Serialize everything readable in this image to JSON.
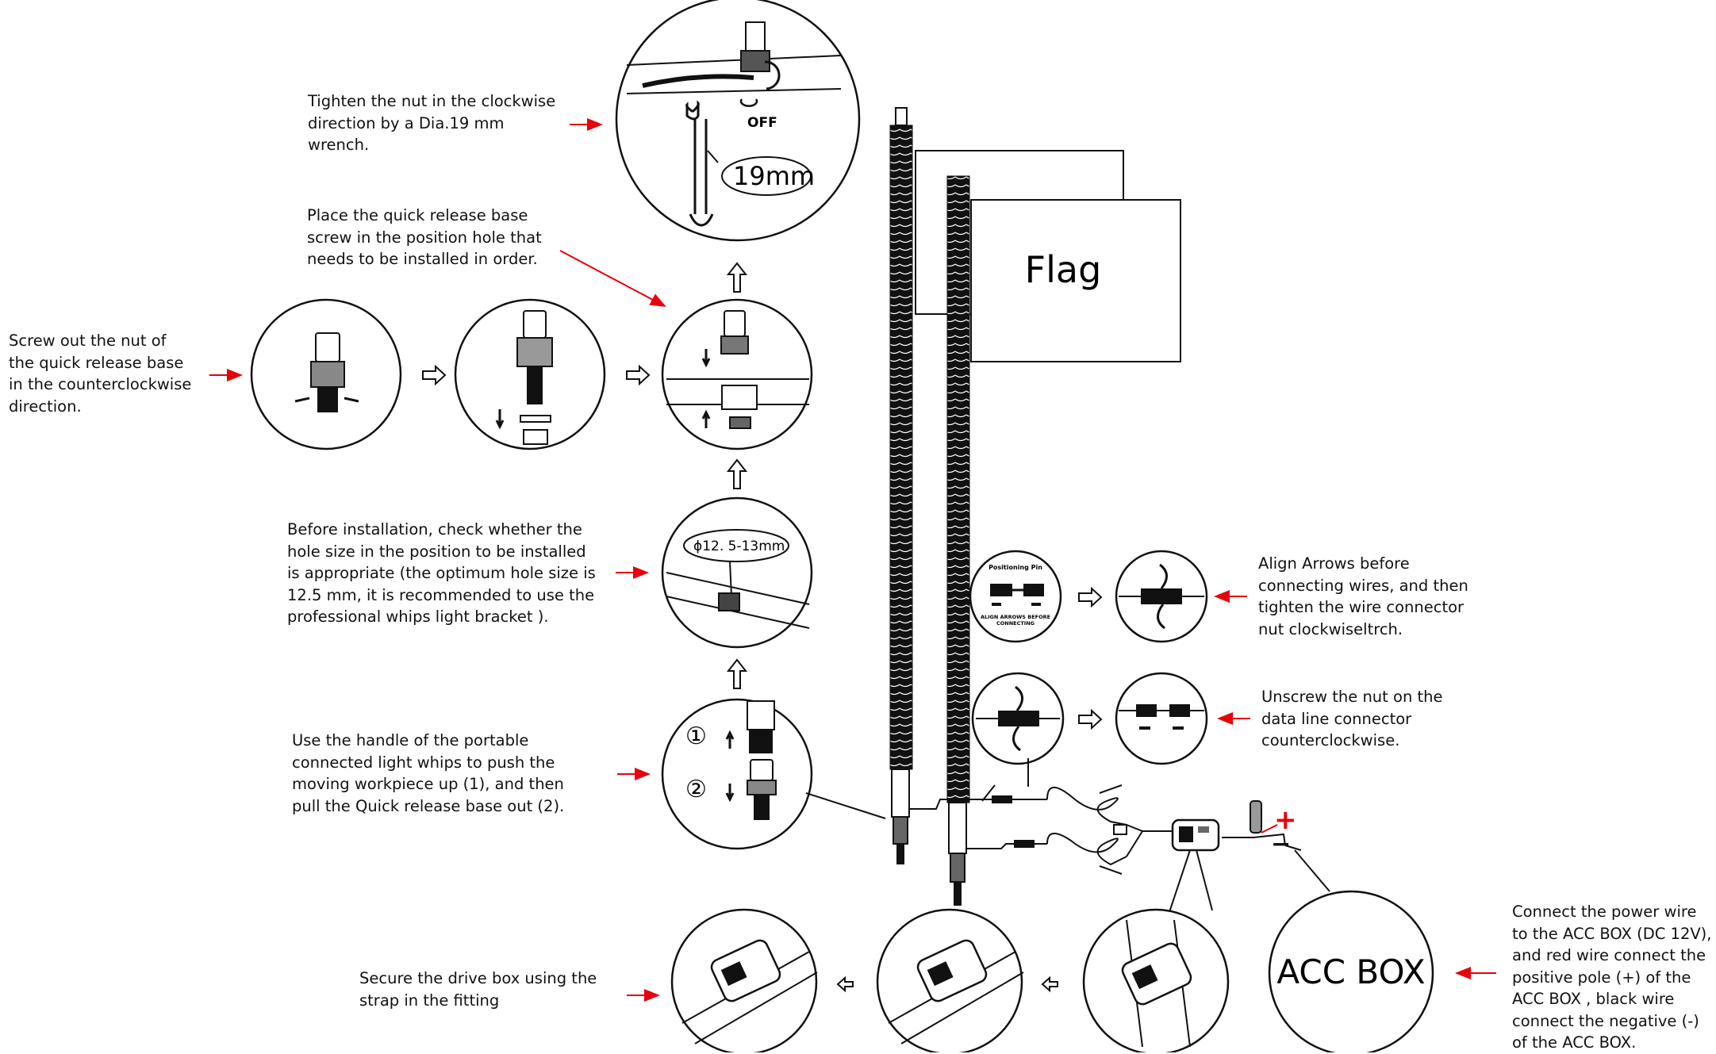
{
  "notes": {
    "tighten_nut": "Tighten the nut in the clockwise\ndirection by a Dia.19 mm\nwrench.",
    "place_base": "Place the quick release base\nscrew in the position hole that\nneeds to be installed in order.",
    "screw_out": "Screw out the nut of\nthe quick release base\nin the counterclockwise\ndirection.",
    "check_hole": "Before installation, check whether the\nhole size in the position to be installed\nis appropriate (the optimum hole size is\n12.5 mm, it is recommended to use the\nprofessional whips light bracket ).",
    "use_handle": "Use the handle of the portable\nconnected light whips to push the\nmoving workpiece up (1), and then\npull the Quick release base out (2).",
    "secure_box": "Secure the drive box using the\nstrap in the fitting",
    "align_arrows": "Align Arrows before\nconnecting wires, and then\ntighten the wire connector\nnut clockwiseltrch.",
    "unscrew_nut": "Unscrew the nut on the\ndata line connector\ncounterclockwise.",
    "connect_power": "Connect the power wire\nto the ACC BOX (DC 12V),\nand red wire connect the\npositive pole (+) of the\nACC BOX , black wire\nconnect the negative (-)\nof the ACC BOX."
  },
  "labels": {
    "off": "OFF",
    "wrench_size": "19mm",
    "flag": "Flag",
    "hole_size": "ϕ12. 5-13mm",
    "step_one": "①",
    "step_two": "②",
    "positioning_pin": "Positioning Pin",
    "align_before": "ALIGN ARROWS BEFORE",
    "connecting": "CONNECTING",
    "acc_box": "ACC BOX",
    "plus": "+",
    "minus": "−"
  },
  "colors": {
    "pointer_arrow": "#e8000b",
    "line": "#111111"
  }
}
